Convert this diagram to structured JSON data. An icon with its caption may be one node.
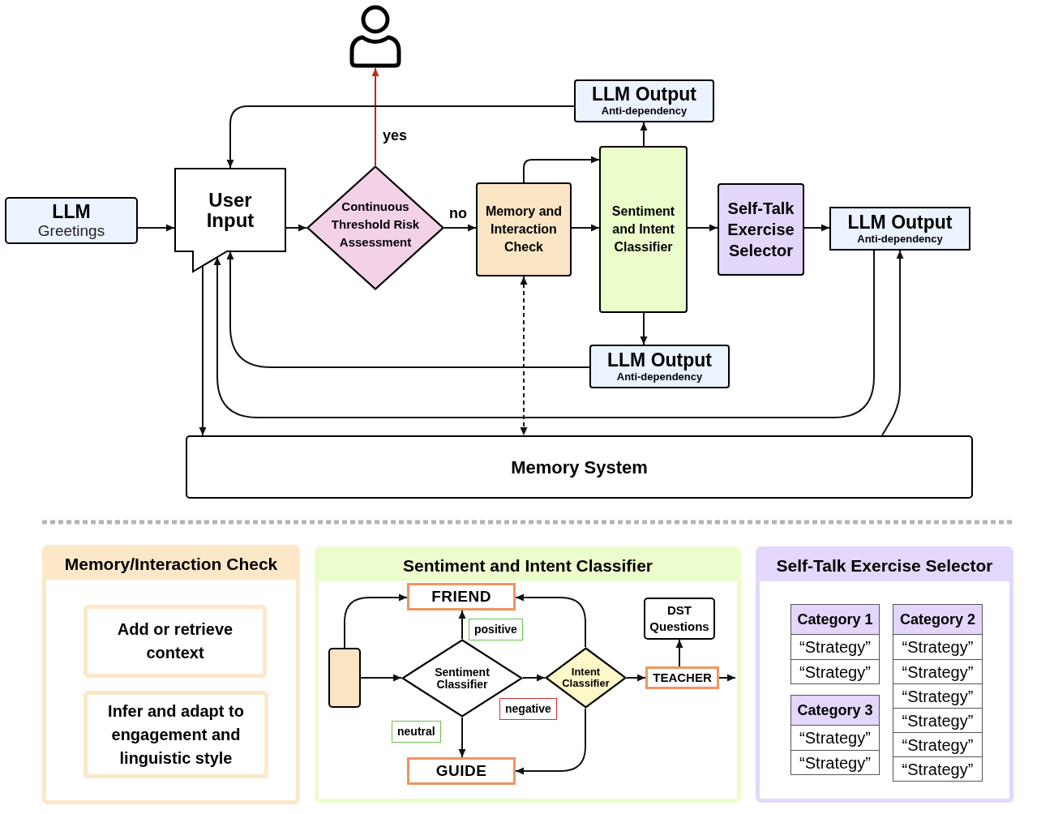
{
  "diagram": {
    "nodes": [
      {
        "text": [
          "LLM",
          "Greetings"
        ]
      },
      {
        "text": [
          "User Input"
        ]
      },
      {
        "text": [
          "Continuous Threshold Risk Assessment"
        ]
      },
      {
        "text": [],
        "shape": "person"
      },
      {
        "text": [
          "Memory and Interaction Check"
        ]
      },
      {
        "text": [
          "Sentiment and Intent Classifier"
        ]
      },
      {
        "text": [
          "Self-Talk Exercise Selector"
        ]
      },
      {
        "text": [
          "LLM Output",
          "Anti-dependency"
        ]
      },
      {
        "text": [
          "LLM Output",
          "Anti-dependency"
        ]
      },
      {
        "text": [
          "LLM Output",
          "Anti-dependency"
        ]
      },
      {
        "text": [
          "Memory System"
        ]
      },
      {
        "text": [
          "Memory/Interaction Check"
        ]
      },
      {
        "text": [
          "Add or retrieve context"
        ],
        "in": 11
      },
      {
        "text": [
          "Infer and adapt to engagement and linguistic style"
        ],
        "in": 11
      },
      {
        "text": [
          "Sentiment and Intent Classifier"
        ]
      },
      {
        "text": [],
        "shape": "box",
        "in": 14
      },
      {
        "text": [
          "FRIEND"
        ],
        "in": 14
      },
      {
        "text": [
          "Sentiment Classifier"
        ],
        "in": 14
      },
      {
        "text": [
          "Intent Classifier"
        ],
        "in": 14
      },
      {
        "text": [
          "GUIDE"
        ],
        "in": 14
      },
      {
        "text": [
          "TEACHER"
        ],
        "in": 14
      },
      {
        "text": [
          "DST Questions"
        ],
        "in": 14
      },
      {
        "text": [
          "Self-Talk Exercise Selector"
        ]
      },
      {
        "text": [
          "Category 1",
          "“Strategy”",
          "“Strategy”"
        ],
        "in": 22
      },
      {
        "text": [
          "Category 2",
          "“Strategy”",
          "“Strategy”",
          "“Strategy”",
          "“Strategy”",
          "“Strategy”",
          "“Strategy”"
        ],
        "in": 22
      },
      {
        "text": [
          "Category 3",
          "“Strategy”",
          "“Strategy”"
        ],
        "in": 22
      }
    ],
    "edges": [
      {
        "from": 0,
        "to": 1,
        "arrow": "to"
      },
      {
        "from": 1,
        "to": 2,
        "arrow": "to"
      },
      {
        "from": 2,
        "to": 3,
        "arrow": "to",
        "label": "yes",
        "color": "#c0281f"
      },
      {
        "from": 2,
        "to": 4,
        "arrow": "to",
        "label": "no"
      },
      {
        "from": 4,
        "to": 5,
        "arrow": "to"
      },
      {
        "from": 4,
        "to": 5,
        "arrow": "to"
      },
      {
        "from": 5,
        "to": 6,
        "arrow": "to"
      },
      {
        "from": 6,
        "to": 8,
        "arrow": "to"
      },
      {
        "from": 5,
        "to": 7,
        "arrow": "to"
      },
      {
        "from": 5,
        "to": 9,
        "arrow": "to"
      },
      {
        "from": 7,
        "to": 1,
        "arrow": "to"
      },
      {
        "from": 9,
        "to": 1,
        "arrow": "to"
      },
      {
        "from": 8,
        "to": 1,
        "arrow": "to"
      },
      {
        "from": 10,
        "to": 8,
        "arrow": "to"
      },
      {
        "from": 1,
        "to": 10,
        "arrow": "to"
      },
      {
        "from": 4,
        "to": 10,
        "arrow": "both",
        "style": "dashed"
      },
      {
        "from": 15,
        "to": 16,
        "arrow": "to"
      },
      {
        "from": 15,
        "to": 17,
        "arrow": "to"
      },
      {
        "from": 17,
        "to": 16,
        "arrow": "to",
        "label": "positive"
      },
      {
        "from": 17,
        "to": 19,
        "arrow": "to",
        "label": "neutral"
      },
      {
        "from": 17,
        "to": 18,
        "arrow": "to",
        "label": "negative"
      },
      {
        "from": 18,
        "to": 16,
        "arrow": "to"
      },
      {
        "from": 18,
        "to": 19,
        "arrow": "to"
      },
      {
        "from": 18,
        "to": 20,
        "arrow": "to"
      },
      {
        "from": 20,
        "to": 21,
        "arrow": "to"
      },
      {
        "from": 20,
        "to": null,
        "arrow": "to"
      }
    ]
  }
}
